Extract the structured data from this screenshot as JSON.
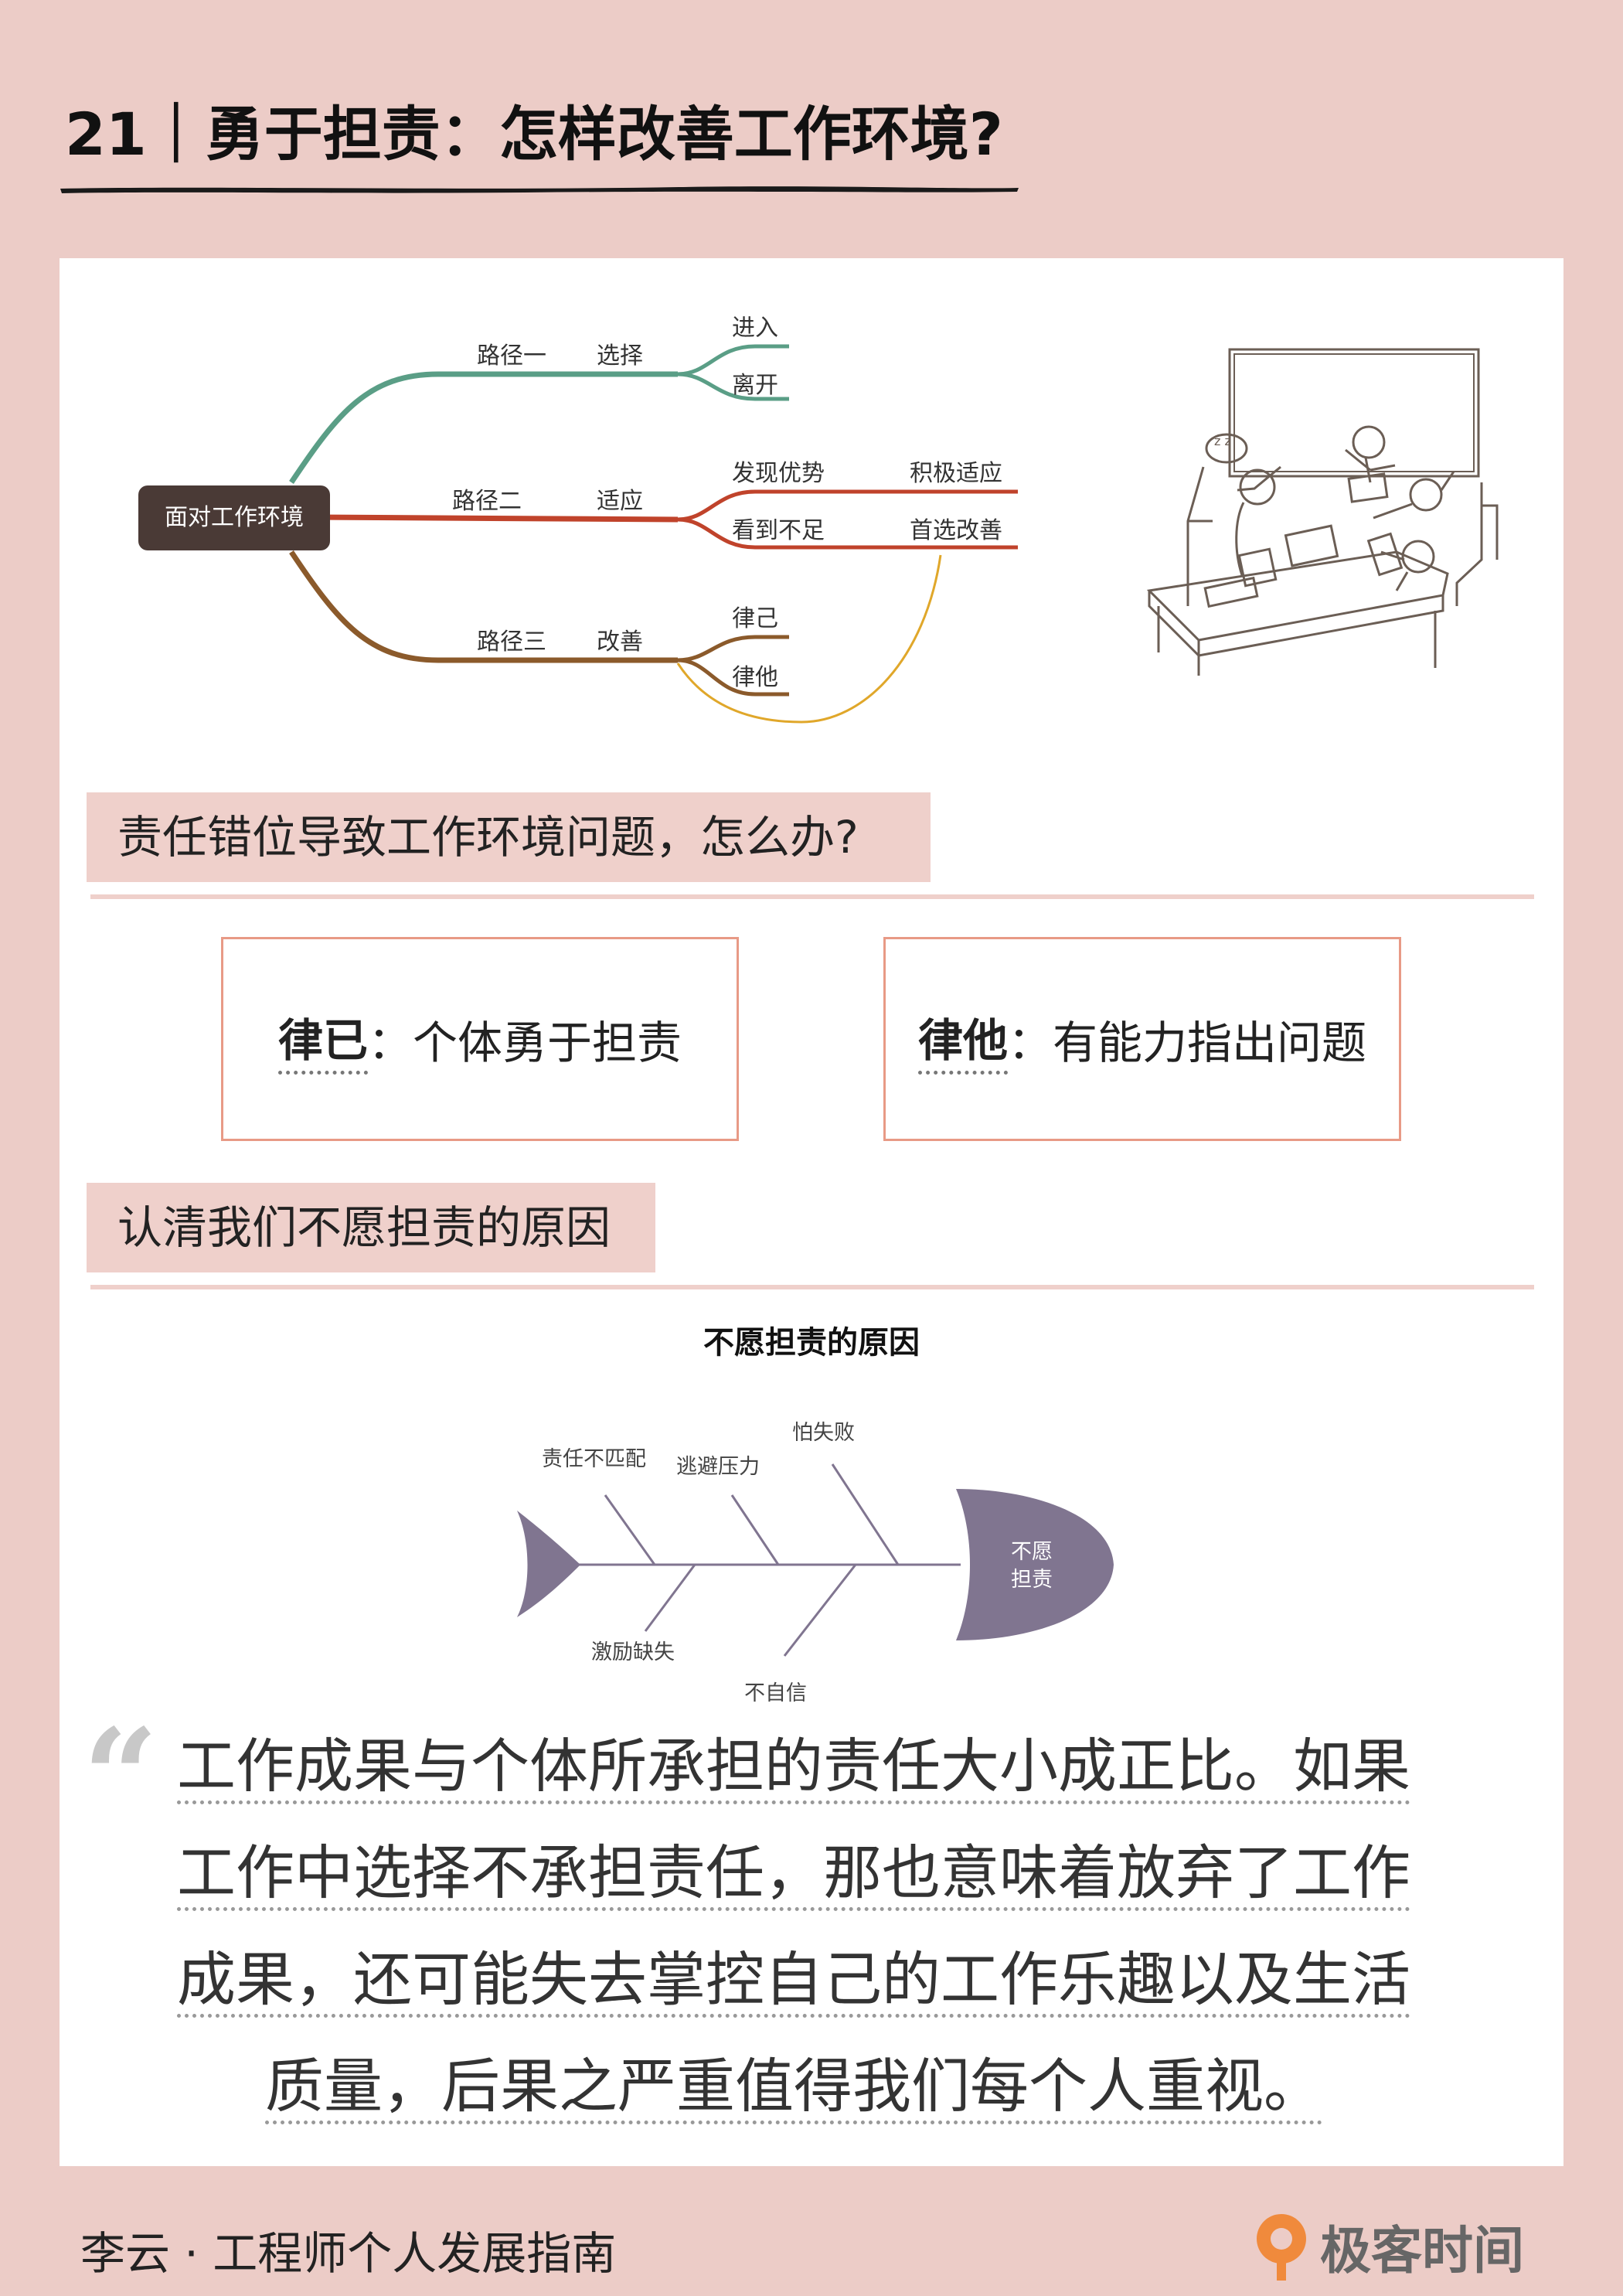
{
  "header": {
    "title": "21｜勇于担责：怎样改善工作环境?"
  },
  "mindmap": {
    "root": "面对工作环境",
    "paths": [
      {
        "label": "路径一",
        "sub": "选择",
        "leaves": [
          "进入",
          "离开"
        ],
        "color": "#5a9e86"
      },
      {
        "label": "路径二",
        "sub": "适应",
        "leaves": [
          "发现优势",
          "看到不足"
        ],
        "ends": [
          "积极适应",
          "首选改善"
        ],
        "color": "#c0432b"
      },
      {
        "label": "路径三",
        "sub": "改善",
        "leaves": [
          "律己",
          "律他"
        ],
        "color": "#8b5a2b"
      }
    ],
    "link_color": "#e0a72a"
  },
  "section1": {
    "heading": "责任错位导致工作环境问题，怎么办?",
    "box1": {
      "term": "律已",
      "text": "：个体勇于担责"
    },
    "box2": {
      "term": "律他",
      "text": "：有能力指出问题"
    }
  },
  "section2": {
    "heading": "认清我们不愿担责的原因",
    "fishbone": {
      "title": "不愿担责的原因",
      "head": [
        "不愿",
        "担责"
      ],
      "upper": [
        "责任不匹配",
        "逃避压力",
        "怕失败"
      ],
      "lower": [
        "激励缺失",
        "不自信"
      ],
      "color": "#807590"
    }
  },
  "quote": {
    "mark": "“",
    "lines": [
      "工作成果与个体所承担的责任大小成正比。如果",
      "工作中选择不承担责任，那也意味着放弃了工作",
      "成果，还可能失去掌控自己的工作乐趣以及生活",
      "质量，后果之严重值得我们每个人重视。"
    ]
  },
  "footer": {
    "author_course": "李云 · 工程师个人发展指南",
    "brand": "极客时间"
  }
}
